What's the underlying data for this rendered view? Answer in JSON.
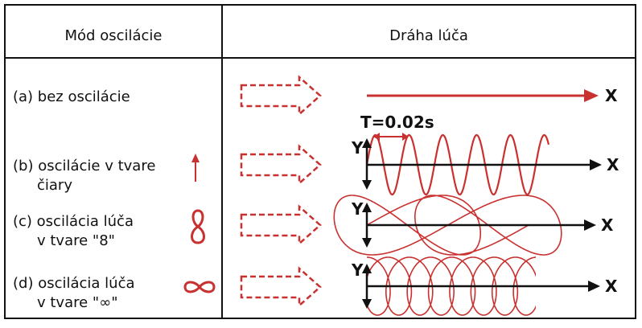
{
  "header": {
    "mode_column": "Mód oscilácie",
    "path_column": "Dráha lúča"
  },
  "rows": [
    {
      "label_line1": "(a) bez oscilácie",
      "label_line2": ""
    },
    {
      "label_line1": "(b) oscilácie v tvare",
      "label_line2": "čiary"
    },
    {
      "label_line1": "(c) oscilácia lúča",
      "label_line2": "v tvare \"8\""
    },
    {
      "label_line1": "(d) oscilácia lúča",
      "label_line2": "v tvare \"∞\""
    }
  ],
  "annotations": {
    "period": "T=0.02s",
    "x_axis": "X",
    "y_axis": "Y"
  },
  "colors": {
    "beam": "#c8312f",
    "border": "#111111"
  }
}
